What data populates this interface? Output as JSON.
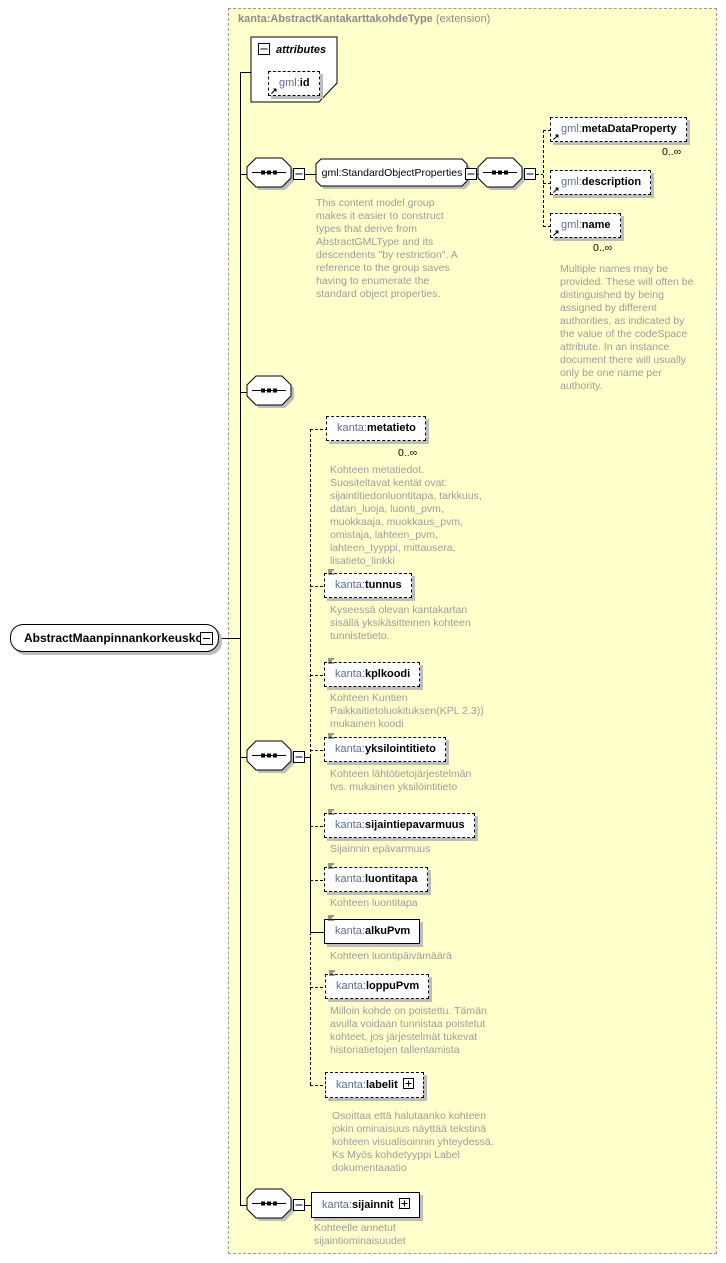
{
  "title": {
    "type_name": "kanta:AbstractKantakarttakohdeType",
    "suffix": " (extension)"
  },
  "root": {
    "label": "AbstractMaanpinnankorkeusko..."
  },
  "attributes": {
    "label": "attributes",
    "id_attr": {
      "prefix": "gml:",
      "name": "id"
    }
  },
  "group": {
    "prefix": "gml:",
    "name": "StandardObjectProperties",
    "annotation": "This content model group makes it easier to construct types that derive from AbstractGMLType and its descendents \"by restriction\".  A reference to the group saves having to enumerate the standard object properties.",
    "children": [
      {
        "prefix": "gml:",
        "name": "metaDataProperty",
        "occurrence": "0..∞"
      },
      {
        "prefix": "gml:",
        "name": "description"
      },
      {
        "prefix": "gml:",
        "name": "name",
        "occurrence": "0..∞",
        "annotation": "Multiple names may be provided.  These will often be distinguished by being assigned by different authorities, as indicated by the value of the codeSpace attribute.  In an instance document there will usually only be one name per authority."
      }
    ]
  },
  "sequence_children": [
    {
      "prefix": "kanta:",
      "name": "metatieto",
      "occurrence": "0..∞",
      "annotation": "Kohteen metatiedot. Suositeltavat kentät ovat: sijaintitiedonluontitapa, tarkkuus, datan_luoja, luonti_pvm, muokkaaja, muokkaus_pvm, omistaja, lahteen_pvm, lahteen_tyyppi, mittausera, lisatieto_linkki"
    },
    {
      "prefix": "kanta:",
      "name": "tunnus",
      "annotation": "Kyseessä olevan kantakartan sisällä yksikäsitteinen kohteen tunnistetieto."
    },
    {
      "prefix": "kanta:",
      "name": "kplkoodi",
      "annotation": "Kohteen Kuntien Paikkaitietoluokituksen(KPL 2.3)) mukainen koodi"
    },
    {
      "prefix": "kanta:",
      "name": "yksilointitieto",
      "annotation": "Kohteen lähtötietojärjestelmän  tvs. mukainen yksilöintitieto"
    },
    {
      "prefix": "kanta:",
      "name": "sijaintiepavarmuus",
      "annotation": "Sijainnin epävarmuus"
    },
    {
      "prefix": "kanta:",
      "name": "luontitapa",
      "annotation": "Kohteen luontitapa"
    },
    {
      "prefix": "kanta:",
      "name": "alkuPvm",
      "annotation": "Kohteen luontipäivämäärä"
    },
    {
      "prefix": "kanta:",
      "name": "loppuPvm",
      "annotation": "Milloin kohde on poistettu. Tämän avulla voidaan tunnistaa poistetut kohteet, jos järjestelmät tukevat historiatietojen tallentamista"
    },
    {
      "prefix": "kanta:",
      "name": "labelit",
      "annotation": "Osoittaa että halutaanko kohteen jokin ominaisuus näyttää tekstinä kohteen visualisoinnin yhteydessä.  Ks Myös kohdetyyppi Label dokumentaaatio"
    }
  ],
  "sijainnit": {
    "prefix": "kanta:",
    "name": "sijainnit",
    "annotation": "Kohteelle annetut sijaintiominaisuudet"
  }
}
